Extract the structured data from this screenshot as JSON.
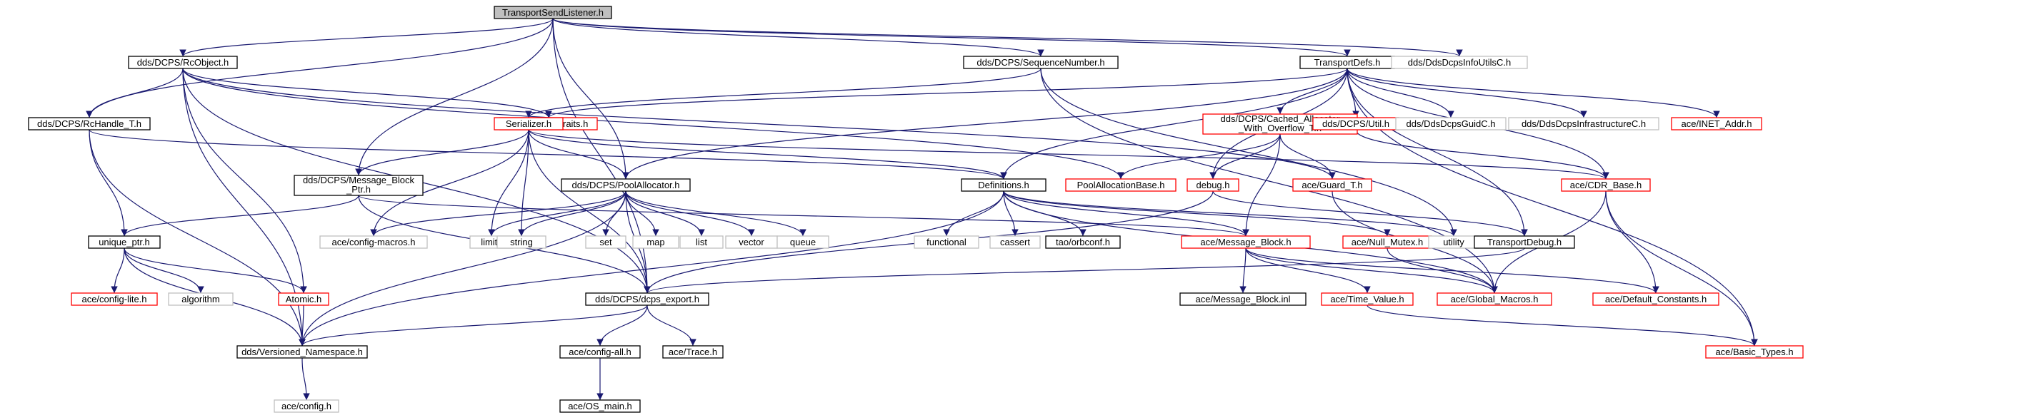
{
  "colors": {
    "edge": "#191970",
    "box_default": "#000000",
    "box_missing_doc": "#ff0000",
    "box_external": "#bfbfbf",
    "root_fill": "#bfbfbf",
    "text_default": "#000000",
    "text_external": "#9a9a9a"
  },
  "nodes": [
    {
      "id": "root",
      "label": "TransportSendListener.h",
      "style": "root"
    },
    {
      "id": "rcobject",
      "label": "dds/DCPS/RcObject.h",
      "style": "default"
    },
    {
      "id": "seqnum",
      "label": "dds/DCPS/SequenceNumber.h",
      "style": "default"
    },
    {
      "id": "transportdefs",
      "label": "TransportDefs.h",
      "style": "default"
    },
    {
      "id": "infoutilsc",
      "label": "dds/DdsDcpsInfoUtilsC.h",
      "style": "external"
    },
    {
      "id": "rchandle",
      "label": "dds/DCPS/RcHandle_T.h",
      "style": "default"
    },
    {
      "id": "synchtraits",
      "label": "ace/Synch_Traits.h",
      "style": "missing"
    },
    {
      "id": "serializer",
      "label": "Serializer.h",
      "style": "missing"
    },
    {
      "id": "cachedalloc",
      "label": "dds/DCPS/Cached_Allocator\n_With_Overflow_T.h",
      "style": "missing"
    },
    {
      "id": "dcpsutil",
      "label": "dds/DCPS/Util.h",
      "style": "missing"
    },
    {
      "id": "guidc",
      "label": "dds/DdsDcpsGuidC.h",
      "style": "external"
    },
    {
      "id": "infrac",
      "label": "dds/DdsDcpsInfrastructureC.h",
      "style": "external"
    },
    {
      "id": "inetaddr",
      "label": "ace/INET_Addr.h",
      "style": "missing"
    },
    {
      "id": "msgblockptr",
      "label": "dds/DCPS/Message_Block\n_Ptr.h",
      "style": "default"
    },
    {
      "id": "poolalloc",
      "label": "dds/DCPS/PoolAllocator.h",
      "style": "default"
    },
    {
      "id": "definitions",
      "label": "Definitions.h",
      "style": "default"
    },
    {
      "id": "poolallocbase",
      "label": "PoolAllocationBase.h",
      "style": "missing"
    },
    {
      "id": "debugh",
      "label": "debug.h",
      "style": "missing"
    },
    {
      "id": "guardt",
      "label": "ace/Guard_T.h",
      "style": "missing"
    },
    {
      "id": "cdrbase",
      "label": "ace/CDR_Base.h",
      "style": "missing"
    },
    {
      "id": "uniqueptr",
      "label": "unique_ptr.h",
      "style": "default"
    },
    {
      "id": "configmacros",
      "label": "ace/config-macros.h",
      "style": "external"
    },
    {
      "id": "limits",
      "label": "limits",
      "style": "external"
    },
    {
      "id": "string",
      "label": "string",
      "style": "external"
    },
    {
      "id": "set",
      "label": "set",
      "style": "external"
    },
    {
      "id": "map",
      "label": "map",
      "style": "external"
    },
    {
      "id": "list",
      "label": "list",
      "style": "external"
    },
    {
      "id": "vector",
      "label": "vector",
      "style": "external"
    },
    {
      "id": "queue",
      "label": "queue",
      "style": "external"
    },
    {
      "id": "functional",
      "label": "functional",
      "style": "external"
    },
    {
      "id": "cassert",
      "label": "cassert",
      "style": "external"
    },
    {
      "id": "orbconf",
      "label": "tao/orbconf.h",
      "style": "default"
    },
    {
      "id": "msgblock",
      "label": "ace/Message_Block.h",
      "style": "missing"
    },
    {
      "id": "nullmutex",
      "label": "ace/Null_Mutex.h",
      "style": "missing"
    },
    {
      "id": "utility",
      "label": "utility",
      "style": "external"
    },
    {
      "id": "transportdebug",
      "label": "TransportDebug.h",
      "style": "default"
    },
    {
      "id": "configlite",
      "label": "ace/config-lite.h",
      "style": "missing"
    },
    {
      "id": "algorithm",
      "label": "algorithm",
      "style": "external"
    },
    {
      "id": "atomic",
      "label": "Atomic.h",
      "style": "missing"
    },
    {
      "id": "dcpsexport",
      "label": "dds/DCPS/dcps_export.h",
      "style": "default"
    },
    {
      "id": "msgblockinl",
      "label": "ace/Message_Block.inl",
      "style": "default"
    },
    {
      "id": "timevalue",
      "label": "ace/Time_Value.h",
      "style": "missing"
    },
    {
      "id": "globalmacros",
      "label": "ace/Global_Macros.h",
      "style": "missing"
    },
    {
      "id": "defaultconst",
      "label": "ace/Default_Constants.h",
      "style": "missing"
    },
    {
      "id": "versionedns",
      "label": "dds/Versioned_Namespace.h",
      "style": "default"
    },
    {
      "id": "configall",
      "label": "ace/config-all.h",
      "style": "default"
    },
    {
      "id": "trace",
      "label": "ace/Trace.h",
      "style": "default"
    },
    {
      "id": "basictypes",
      "label": "ace/Basic_Types.h",
      "style": "missing"
    },
    {
      "id": "configh",
      "label": "ace/config.h",
      "style": "external"
    },
    {
      "id": "osmain",
      "label": "ace/OS_main.h",
      "style": "default"
    }
  ],
  "edges": [
    [
      "root",
      "rcobject"
    ],
    [
      "root",
      "seqnum"
    ],
    [
      "root",
      "transportdefs"
    ],
    [
      "root",
      "infoutilsc"
    ],
    [
      "root",
      "rchandle"
    ],
    [
      "root",
      "msgblockptr"
    ],
    [
      "root",
      "poolalloc"
    ],
    [
      "root",
      "dcpsexport"
    ],
    [
      "rcobject",
      "rchandle"
    ],
    [
      "rcobject",
      "synchtraits"
    ],
    [
      "rcobject",
      "poolallocbase"
    ],
    [
      "rcobject",
      "atomic"
    ],
    [
      "rcobject",
      "dcpsexport"
    ],
    [
      "rcobject",
      "versionedns"
    ],
    [
      "rcobject",
      "guardt"
    ],
    [
      "seqnum",
      "serializer"
    ],
    [
      "seqnum",
      "utility"
    ],
    [
      "seqnum",
      "globalmacros"
    ],
    [
      "transportdefs",
      "synchtraits"
    ],
    [
      "transportdefs",
      "cachedalloc"
    ],
    [
      "transportdefs",
      "dcpsutil"
    ],
    [
      "transportdefs",
      "guidc"
    ],
    [
      "transportdefs",
      "infrac"
    ],
    [
      "transportdefs",
      "inetaddr"
    ],
    [
      "transportdefs",
      "poolalloc"
    ],
    [
      "transportdefs",
      "definitions"
    ],
    [
      "transportdefs",
      "debugh"
    ],
    [
      "transportdefs",
      "cdrbase"
    ],
    [
      "transportdefs",
      "transportdebug"
    ],
    [
      "transportdefs",
      "basictypes"
    ],
    [
      "rchandle",
      "uniqueptr"
    ],
    [
      "rchandle",
      "versionedns"
    ],
    [
      "rchandle",
      "definitions"
    ],
    [
      "serializer",
      "msgblockptr"
    ],
    [
      "serializer",
      "poolalloc"
    ],
    [
      "serializer",
      "definitions"
    ],
    [
      "serializer",
      "cdrbase"
    ],
    [
      "serializer",
      "configmacros"
    ],
    [
      "serializer",
      "limits"
    ],
    [
      "serializer",
      "string"
    ],
    [
      "serializer",
      "dcpsexport"
    ],
    [
      "cachedalloc",
      "poolallocbase"
    ],
    [
      "cachedalloc",
      "debugh"
    ],
    [
      "cachedalloc",
      "guardt"
    ],
    [
      "cachedalloc",
      "msgblock"
    ],
    [
      "dcpsutil",
      "cdrbase"
    ],
    [
      "msgblockptr",
      "uniqueptr"
    ],
    [
      "msgblockptr",
      "dcpsexport"
    ],
    [
      "msgblockptr",
      "msgblock"
    ],
    [
      "poolalloc",
      "configmacros"
    ],
    [
      "poolalloc",
      "limits"
    ],
    [
      "poolalloc",
      "string"
    ],
    [
      "poolalloc",
      "set"
    ],
    [
      "poolalloc",
      "map"
    ],
    [
      "poolalloc",
      "list"
    ],
    [
      "poolalloc",
      "vector"
    ],
    [
      "poolalloc",
      "queue"
    ],
    [
      "poolalloc",
      "dcpsexport"
    ],
    [
      "poolalloc",
      "versionedns"
    ],
    [
      "definitions",
      "functional"
    ],
    [
      "definitions",
      "cassert"
    ],
    [
      "definitions",
      "orbconf"
    ],
    [
      "definitions",
      "msgblock"
    ],
    [
      "definitions",
      "nullmutex"
    ],
    [
      "definitions",
      "utility"
    ],
    [
      "definitions",
      "globalmacros"
    ],
    [
      "definitions",
      "versionedns"
    ],
    [
      "debugh",
      "dcpsexport"
    ],
    [
      "debugh",
      "transportdebug"
    ],
    [
      "guardt",
      "globalmacros"
    ],
    [
      "cdrbase",
      "basictypes"
    ],
    [
      "cdrbase",
      "globalmacros"
    ],
    [
      "cdrbase",
      "defaultconst"
    ],
    [
      "uniqueptr",
      "configlite"
    ],
    [
      "uniqueptr",
      "algorithm"
    ],
    [
      "uniqueptr",
      "atomic"
    ],
    [
      "uniqueptr",
      "versionedns"
    ],
    [
      "msgblock",
      "msgblockinl"
    ],
    [
      "msgblock",
      "timevalue"
    ],
    [
      "msgblock",
      "globalmacros"
    ],
    [
      "msgblock",
      "defaultconst"
    ],
    [
      "nullmutex",
      "globalmacros"
    ],
    [
      "transportdebug",
      "dcpsexport"
    ],
    [
      "atomic",
      "versionedns"
    ],
    [
      "dcpsexport",
      "versionedns"
    ],
    [
      "dcpsexport",
      "configall"
    ],
    [
      "dcpsexport",
      "trace"
    ],
    [
      "timevalue",
      "basictypes"
    ],
    [
      "versionedns",
      "configh"
    ],
    [
      "configall",
      "osmain"
    ]
  ]
}
